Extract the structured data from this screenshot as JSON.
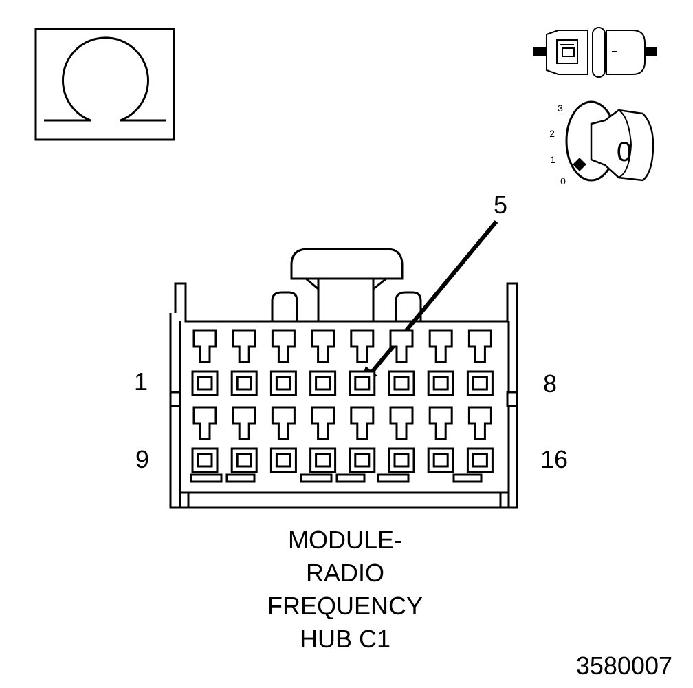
{
  "ohmmeter_symbol": {
    "icon": "ohm-symbol-icon"
  },
  "connector_icon": {
    "icon": "disconnected-connector-icon"
  },
  "ignition_switch": {
    "icon": "ignition-key-icon",
    "positions": [
      "3",
      "2",
      "1",
      "0"
    ],
    "key_label": "0"
  },
  "callout": {
    "label": "5",
    "target_pin": 5
  },
  "connector": {
    "row_labels": {
      "top_left": "1",
      "top_right": "8",
      "bottom_left": "9",
      "bottom_right": "16"
    },
    "pins_per_row": 8,
    "rows": 2
  },
  "caption": {
    "lines": [
      "MODULE-",
      "RADIO",
      "FREQUENCY",
      "HUB C1"
    ]
  },
  "figure_id": "3580007"
}
